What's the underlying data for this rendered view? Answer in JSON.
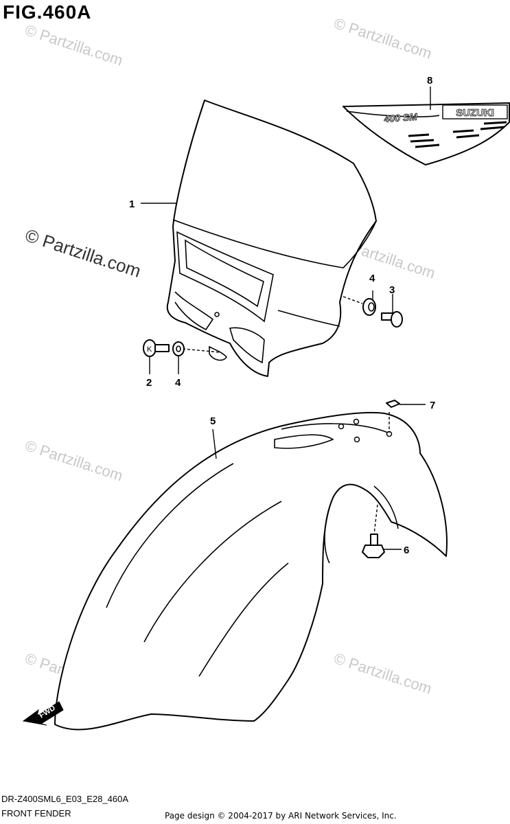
{
  "figure": {
    "title": "FIG.460A"
  },
  "watermark": {
    "text": "© Partzilla.com",
    "color": "#c8c8c8"
  },
  "callouts": [
    {
      "id": "1",
      "part": "number-plate"
    },
    {
      "id": "2",
      "part": "bolt"
    },
    {
      "id": "3",
      "part": "bolt"
    },
    {
      "id": "4",
      "part": "washer"
    },
    {
      "id": "4",
      "part": "washer"
    },
    {
      "id": "5",
      "part": "front-fender"
    },
    {
      "id": "6",
      "part": "bolt"
    },
    {
      "id": "7",
      "part": "nut"
    },
    {
      "id": "8",
      "part": "decal"
    }
  ],
  "decal": {
    "brand_text": "SUZUKI",
    "model_text": "400 SM"
  },
  "fwd_arrow": {
    "label": "FWD"
  },
  "footer": {
    "model_code": "DR-Z400SML6_E03_E28_460A",
    "section_name": "FRONT FENDER",
    "credit": "Page design © 2004-2017 by ARI Network Services, Inc."
  }
}
